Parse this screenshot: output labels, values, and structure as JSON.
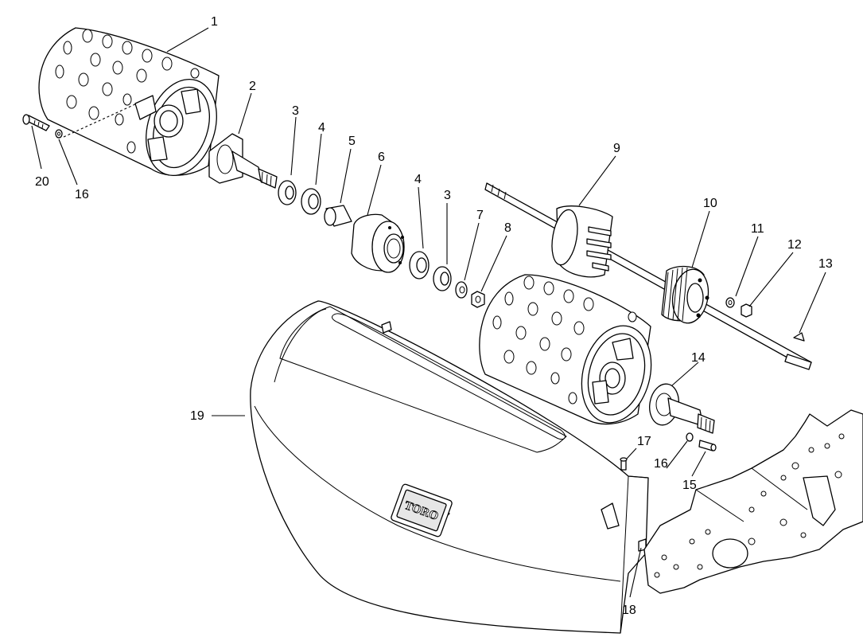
{
  "callouts": [
    "1",
    "2",
    "3",
    "4",
    "5",
    "6",
    "4",
    "3",
    "7",
    "8",
    "9",
    "10",
    "11",
    "12",
    "13",
    "14",
    "17",
    "16",
    "15",
    "19",
    "18",
    "20",
    "16"
  ],
  "logo": "TORO"
}
